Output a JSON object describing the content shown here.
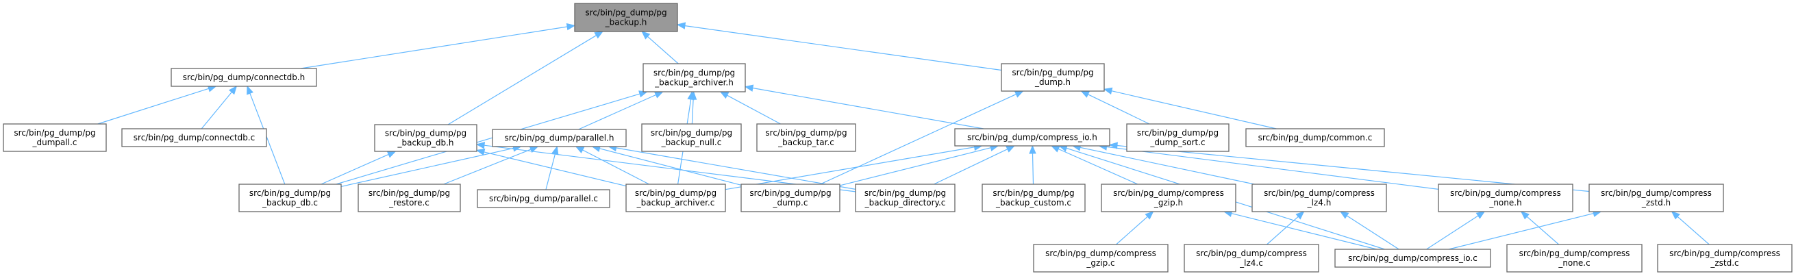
{
  "title": "Dependency graph: files that include src/bin/pg_dump/pg_backup.h",
  "colors": {
    "edge": "#63b8ff",
    "root_fill": "#999999",
    "node_border": "#666666",
    "node_fill": "#ffffff"
  },
  "nodes": [
    {
      "id": "pg_backup_h",
      "lines": [
        "src/bin/pg_dump/pg",
        "_backup.h"
      ],
      "root": true
    },
    {
      "id": "connectdb_h",
      "lines": [
        "src/bin/pg_dump/connectdb.h"
      ]
    },
    {
      "id": "pg_backup_archiver_h",
      "lines": [
        "src/bin/pg_dump/pg",
        "_backup_archiver.h"
      ]
    },
    {
      "id": "pg_dump_h",
      "lines": [
        "src/bin/pg_dump/pg",
        "_dump.h"
      ]
    },
    {
      "id": "pg_dumpall_c",
      "lines": [
        "src/bin/pg_dump/pg",
        "_dumpall.c"
      ]
    },
    {
      "id": "connectdb_c",
      "lines": [
        "src/bin/pg_dump/connectdb.c"
      ]
    },
    {
      "id": "pg_backup_db_h",
      "lines": [
        "src/bin/pg_dump/pg",
        "_backup_db.h"
      ]
    },
    {
      "id": "parallel_h",
      "lines": [
        "src/bin/pg_dump/parallel.h"
      ]
    },
    {
      "id": "pg_backup_null_c",
      "lines": [
        "src/bin/pg_dump/pg",
        "_backup_null.c"
      ]
    },
    {
      "id": "pg_backup_tar_c",
      "lines": [
        "src/bin/pg_dump/pg",
        "_backup_tar.c"
      ]
    },
    {
      "id": "compress_io_h",
      "lines": [
        "src/bin/pg_dump/compress_io.h"
      ]
    },
    {
      "id": "pg_dump_sort_c",
      "lines": [
        "src/bin/pg_dump/pg",
        "_dump_sort.c"
      ]
    },
    {
      "id": "common_c",
      "lines": [
        "src/bin/pg_dump/common.c"
      ]
    },
    {
      "id": "pg_backup_db_c",
      "lines": [
        "src/bin/pg_dump/pg",
        "_backup_db.c"
      ]
    },
    {
      "id": "pg_restore_c",
      "lines": [
        "src/bin/pg_dump/pg",
        "_restore.c"
      ]
    },
    {
      "id": "parallel_c",
      "lines": [
        "src/bin/pg_dump/parallel.c"
      ]
    },
    {
      "id": "pg_backup_archiver_c",
      "lines": [
        "src/bin/pg_dump/pg",
        "_backup_archiver.c"
      ]
    },
    {
      "id": "pg_dump_c",
      "lines": [
        "src/bin/pg_dump/pg",
        "_dump.c"
      ]
    },
    {
      "id": "pg_backup_directory_c",
      "lines": [
        "src/bin/pg_dump/pg",
        "_backup_directory.c"
      ]
    },
    {
      "id": "pg_backup_custom_c",
      "lines": [
        "src/bin/pg_dump/pg",
        "_backup_custom.c"
      ]
    },
    {
      "id": "compress_gzip_h",
      "lines": [
        "src/bin/pg_dump/compress",
        "_gzip.h"
      ]
    },
    {
      "id": "compress_lz4_h",
      "lines": [
        "src/bin/pg_dump/compress",
        "_lz4.h"
      ]
    },
    {
      "id": "compress_none_h",
      "lines": [
        "src/bin/pg_dump/compress",
        "_none.h"
      ]
    },
    {
      "id": "compress_zstd_h",
      "lines": [
        "src/bin/pg_dump/compress",
        "_zstd.h"
      ]
    },
    {
      "id": "compress_gzip_c",
      "lines": [
        "src/bin/pg_dump/compress",
        "_gzip.c"
      ]
    },
    {
      "id": "compress_lz4_c",
      "lines": [
        "src/bin/pg_dump/compress",
        "_lz4.c"
      ]
    },
    {
      "id": "compress_io_c",
      "lines": [
        "src/bin/pg_dump/compress_io.c"
      ]
    },
    {
      "id": "compress_none_c",
      "lines": [
        "src/bin/pg_dump/compress",
        "_none.c"
      ]
    },
    {
      "id": "compress_zstd_c",
      "lines": [
        "src/bin/pg_dump/compress",
        "_zstd.c"
      ]
    }
  ],
  "edges": [
    [
      "connectdb_h",
      "pg_backup_h"
    ],
    [
      "pg_backup_archiver_h",
      "pg_backup_h"
    ],
    [
      "pg_dump_h",
      "pg_backup_h"
    ],
    [
      "pg_backup_db_h",
      "pg_backup_h"
    ],
    [
      "pg_dumpall_c",
      "connectdb_h"
    ],
    [
      "connectdb_c",
      "connectdb_h"
    ],
    [
      "pg_backup_db_c",
      "connectdb_h"
    ],
    [
      "pg_backup_db_c",
      "pg_backup_archiver_h"
    ],
    [
      "parallel_h",
      "pg_backup_archiver_h"
    ],
    [
      "pg_backup_null_c",
      "pg_backup_archiver_h"
    ],
    [
      "pg_backup_tar_c",
      "pg_backup_archiver_h"
    ],
    [
      "compress_io_h",
      "pg_backup_archiver_h"
    ],
    [
      "pg_backup_archiver_c",
      "pg_backup_archiver_h"
    ],
    [
      "pg_dump_c",
      "pg_dump_h"
    ],
    [
      "pg_dump_sort_c",
      "pg_dump_h"
    ],
    [
      "common_c",
      "pg_dump_h"
    ],
    [
      "pg_backup_db_c",
      "pg_backup_db_h"
    ],
    [
      "pg_backup_archiver_c",
      "pg_backup_db_h"
    ],
    [
      "pg_backup_directory_c",
      "pg_backup_db_h"
    ],
    [
      "pg_backup_db_c",
      "parallel_h"
    ],
    [
      "pg_restore_c",
      "parallel_h"
    ],
    [
      "parallel_c",
      "parallel_h"
    ],
    [
      "pg_backup_archiver_c",
      "parallel_h"
    ],
    [
      "pg_dump_c",
      "parallel_h"
    ],
    [
      "pg_backup_directory_c",
      "parallel_h"
    ],
    [
      "pg_backup_archiver_c",
      "compress_io_h"
    ],
    [
      "pg_dump_c",
      "compress_io_h"
    ],
    [
      "pg_backup_directory_c",
      "compress_io_h"
    ],
    [
      "pg_backup_custom_c",
      "compress_io_h"
    ],
    [
      "compress_gzip_h",
      "compress_io_h"
    ],
    [
      "compress_lz4_h",
      "compress_io_h"
    ],
    [
      "compress_none_h",
      "compress_io_h"
    ],
    [
      "compress_zstd_h",
      "compress_io_h"
    ],
    [
      "compress_io_c",
      "compress_io_h"
    ],
    [
      "compress_gzip_c",
      "compress_gzip_h"
    ],
    [
      "compress_io_c",
      "compress_gzip_h"
    ],
    [
      "compress_lz4_c",
      "compress_lz4_h"
    ],
    [
      "compress_io_c",
      "compress_lz4_h"
    ],
    [
      "compress_io_c",
      "compress_none_h"
    ],
    [
      "compress_none_c",
      "compress_none_h"
    ],
    [
      "compress_io_c",
      "compress_zstd_h"
    ],
    [
      "compress_zstd_c",
      "compress_zstd_h"
    ]
  ]
}
